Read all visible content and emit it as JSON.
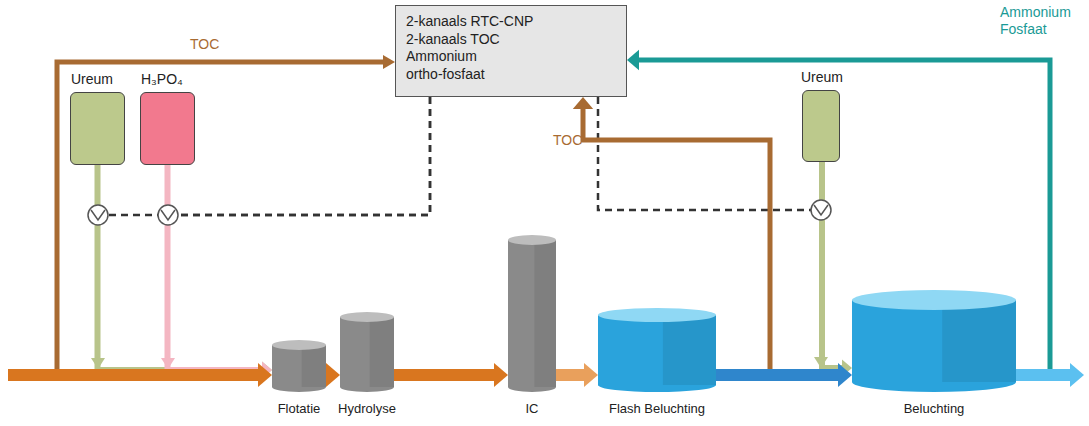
{
  "diagram": {
    "nodes": [
      {
        "text": [
          "2-kanaals RTC-CNP",
          "2-kanaals TOC",
          "Ammonium",
          "ortho-fosfaat"
        ]
      },
      {
        "text": [
          "Ureum"
        ]
      },
      {
        "text": [
          "H₃PO₄"
        ]
      },
      {
        "text": [
          "Flotatie"
        ]
      },
      {
        "text": [
          "Hydrolyse"
        ]
      },
      {
        "text": [
          "IC"
        ]
      },
      {
        "text": [
          "Flash Beluchting"
        ]
      },
      {
        "text": [
          "Beluchting"
        ]
      },
      {
        "text": [
          "Ureum"
        ]
      }
    ],
    "edges": [
      {
        "from": 1,
        "to": 3,
        "arrow": "to"
      },
      {
        "from": 2,
        "to": 3,
        "arrow": "to"
      },
      {
        "from": 3,
        "to": 4,
        "arrow": "to"
      },
      {
        "from": 4,
        "to": 5,
        "arrow": "to"
      },
      {
        "from": 5,
        "to": 6,
        "arrow": "to"
      },
      {
        "from": 6,
        "to": 7,
        "arrow": "to"
      },
      {
        "from": 8,
        "to": 7,
        "arrow": "to"
      },
      {
        "from": 6,
        "to": 0,
        "label": "TOC",
        "arrow": "to"
      },
      {
        "from": 7,
        "to": 0,
        "label": "Ammonium Fosfaat",
        "arrow": "to"
      },
      {
        "from": 0,
        "to": 1,
        "arrow": "none"
      },
      {
        "from": 0,
        "to": 2,
        "arrow": "none"
      },
      {
        "from": 0,
        "to": 8,
        "arrow": "none"
      }
    ],
    "labels": [
      "TOC"
    ]
  }
}
